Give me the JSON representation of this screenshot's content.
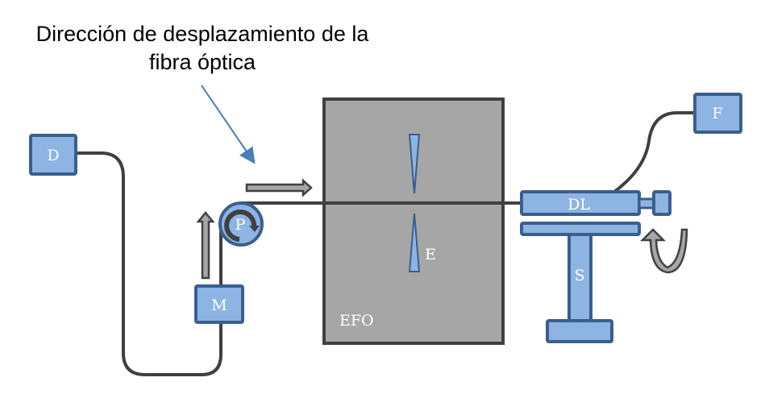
{
  "title": {
    "line1": "Dirección de desplazamiento de la",
    "line2": "fibra óptica"
  },
  "labels": {
    "D": "D",
    "M": "M",
    "P": "P",
    "E": "E",
    "EFO": "EFO",
    "DL": "DL",
    "S": "S",
    "F": "F"
  },
  "colors": {
    "box_fill": "#8eb4e3",
    "box_stroke": "#3a5f8e",
    "chamber_fill": "#a6a6a6",
    "fiber": "#404040",
    "pointer": "#4a7ebb",
    "arrow_fill": "#a6a6a6"
  }
}
